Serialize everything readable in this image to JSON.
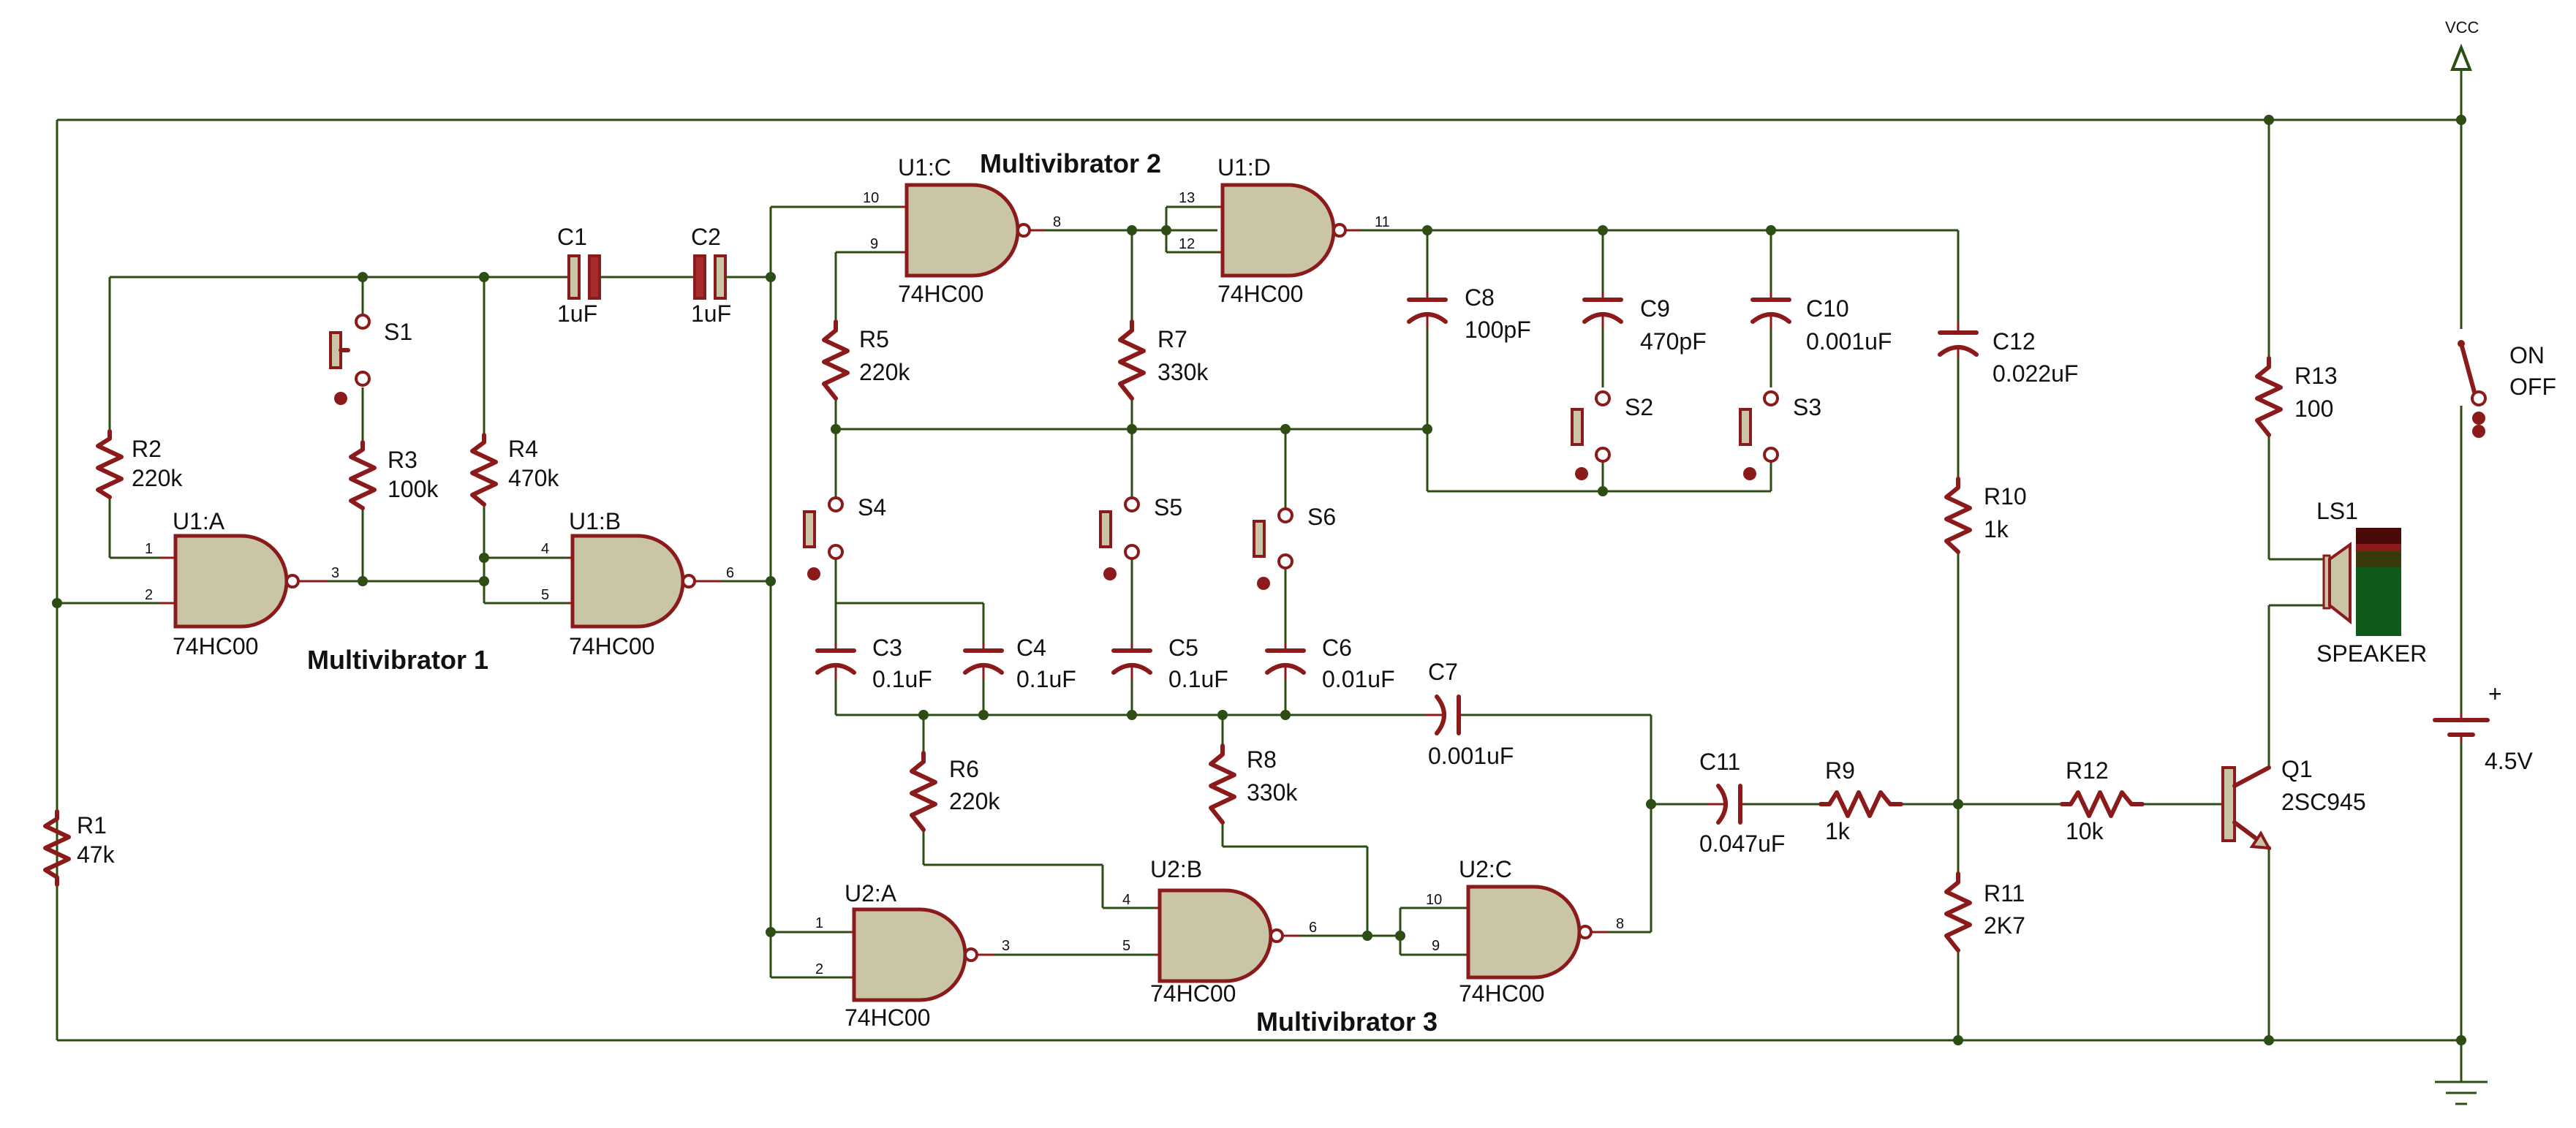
{
  "sections": {
    "mv1": "Multivibrator 1",
    "mv2": "Multivibrator 2",
    "mv3": "Multivibrator 3"
  },
  "supply": {
    "vcc": "VCC",
    "battery": "4.5V",
    "switch_on": "ON",
    "switch_off": "OFF"
  },
  "gates": {
    "u1a": {
      "ref": "U1:A",
      "part": "74HC00",
      "pins": [
        "1",
        "2",
        "3"
      ]
    },
    "u1b": {
      "ref": "U1:B",
      "part": "74HC00",
      "pins": [
        "4",
        "5",
        "6"
      ]
    },
    "u1c": {
      "ref": "U1:C",
      "part": "74HC00",
      "pins": [
        "10",
        "9",
        "8"
      ]
    },
    "u1d": {
      "ref": "U1:D",
      "part": "74HC00",
      "pins": [
        "13",
        "12",
        "11"
      ]
    },
    "u2a": {
      "ref": "U2:A",
      "part": "74HC00",
      "pins": [
        "1",
        "2",
        "3"
      ]
    },
    "u2b": {
      "ref": "U2:B",
      "part": "74HC00",
      "pins": [
        "4",
        "5",
        "6"
      ]
    },
    "u2c": {
      "ref": "U2:C",
      "part": "74HC00",
      "pins": [
        "10",
        "9",
        "8"
      ]
    }
  },
  "resistors": {
    "r1": {
      "ref": "R1",
      "value": "47k"
    },
    "r2": {
      "ref": "R2",
      "value": "220k"
    },
    "r3": {
      "ref": "R3",
      "value": "100k"
    },
    "r4": {
      "ref": "R4",
      "value": "470k"
    },
    "r5": {
      "ref": "R5",
      "value": "220k"
    },
    "r6": {
      "ref": "R6",
      "value": "220k"
    },
    "r7": {
      "ref": "R7",
      "value": "330k"
    },
    "r8": {
      "ref": "R8",
      "value": "330k"
    },
    "r9": {
      "ref": "R9",
      "value": "1k"
    },
    "r10": {
      "ref": "R10",
      "value": "1k"
    },
    "r11": {
      "ref": "R11",
      "value": "2K7"
    },
    "r12": {
      "ref": "R12",
      "value": "10k"
    },
    "r13": {
      "ref": "R13",
      "value": "100"
    }
  },
  "capacitors": {
    "c1": {
      "ref": "C1",
      "value": "1uF"
    },
    "c2": {
      "ref": "C2",
      "value": "1uF"
    },
    "c3": {
      "ref": "C3",
      "value": "0.1uF"
    },
    "c4": {
      "ref": "C4",
      "value": "0.1uF"
    },
    "c5": {
      "ref": "C5",
      "value": "0.1uF"
    },
    "c6": {
      "ref": "C6",
      "value": "0.01uF"
    },
    "c7": {
      "ref": "C7",
      "value": "0.001uF"
    },
    "c8": {
      "ref": "C8",
      "value": "100pF"
    },
    "c9": {
      "ref": "C9",
      "value": "470pF"
    },
    "c10": {
      "ref": "C10",
      "value": "0.001uF"
    },
    "c11": {
      "ref": "C11",
      "value": "0.047uF"
    },
    "c12": {
      "ref": "C12",
      "value": "0.022uF"
    }
  },
  "switches": {
    "s1": "S1",
    "s2": "S2",
    "s3": "S3",
    "s4": "S4",
    "s5": "S5",
    "s6": "S6"
  },
  "transistor": {
    "ref": "Q1",
    "part": "2SC945"
  },
  "speaker": {
    "ref": "LS1",
    "part": "SPEAKER"
  },
  "colors": {
    "wire": "#2c4d13",
    "component": "#8b1a1a",
    "gate_fill": "#cbc5a8"
  }
}
